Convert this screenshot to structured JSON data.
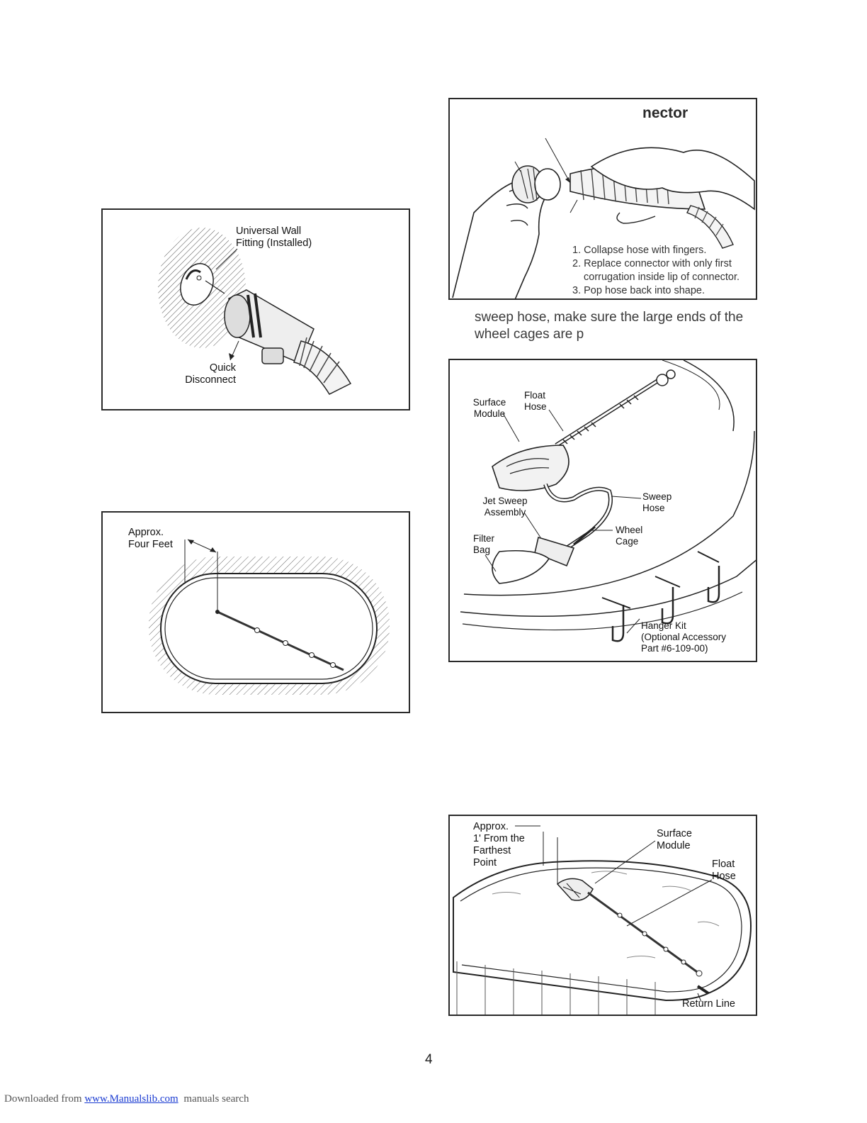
{
  "fig_wall_fitting": {
    "label_fitting": "Universal Wall\nFitting (Installed)",
    "label_disconnect": "Quick\nDisconnect"
  },
  "fig_pool_four_feet": {
    "label_approx": "Approx.\nFour Feet"
  },
  "fig_connector": {
    "heading": "nector",
    "steps": [
      "1. Collapse hose with fingers.",
      "2. Replace connector with only first",
      "    corrugation inside lip of connector.",
      "3. Pop hose back into shape."
    ]
  },
  "body_text": {
    "line1": "sweep hose, make sure the large ends of the",
    "line2": "wheel cages are p"
  },
  "fig_assembly": {
    "surface_module": "Surface\nModule",
    "float_hose": "Float\nHose",
    "jet_sweep": "Jet Sweep\nAssembly",
    "sweep_hose": "Sweep\nHose",
    "filter_bag": "Filter\nBag",
    "wheel_cage": "Wheel\nCage",
    "hanger_kit": "Hanger Kit\n(Optional Accessory\nPart #6-109-00)"
  },
  "fig_pool_farthest": {
    "approx": "Approx.\n1' From the\nFarthest\nPoint",
    "surface_module": "Surface\nModule",
    "float_hose": "Float\nHose",
    "return_line": "Return Line"
  },
  "page_number": "4",
  "footer": {
    "prefix": "Downloaded from",
    "link": "www.Manualslib.com",
    "suffix": "manuals search"
  }
}
